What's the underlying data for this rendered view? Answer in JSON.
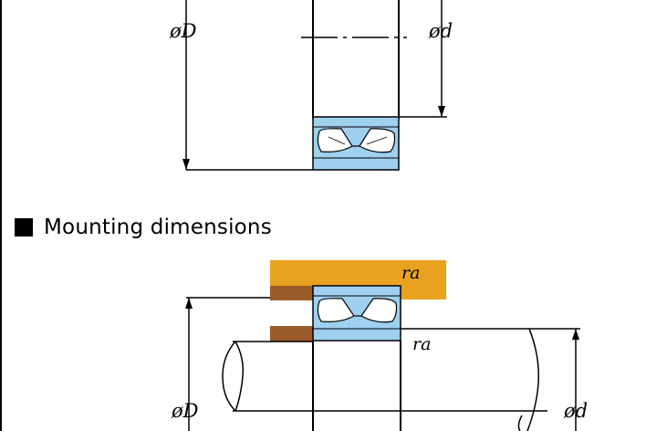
{
  "top_diagram": {
    "outer_diameter_label": "øD",
    "bore_diameter_label": "ød"
  },
  "mounting_section": {
    "heading": "Mounting dimensions",
    "housing_fillet_label": "ra",
    "shaft_fillet_label": "ra",
    "outer_diameter_label": "øD",
    "bore_diameter_label": "ød"
  },
  "colors": {
    "bearing_fill": "#9fd0f0",
    "housing_fill": "#e8a21f",
    "shoulder_fill": "#9b5a2a",
    "line": "#000000"
  },
  "icons": [
    "square-bullet-icon",
    "bearing-cross-section-icon",
    "shaft-icon"
  ]
}
